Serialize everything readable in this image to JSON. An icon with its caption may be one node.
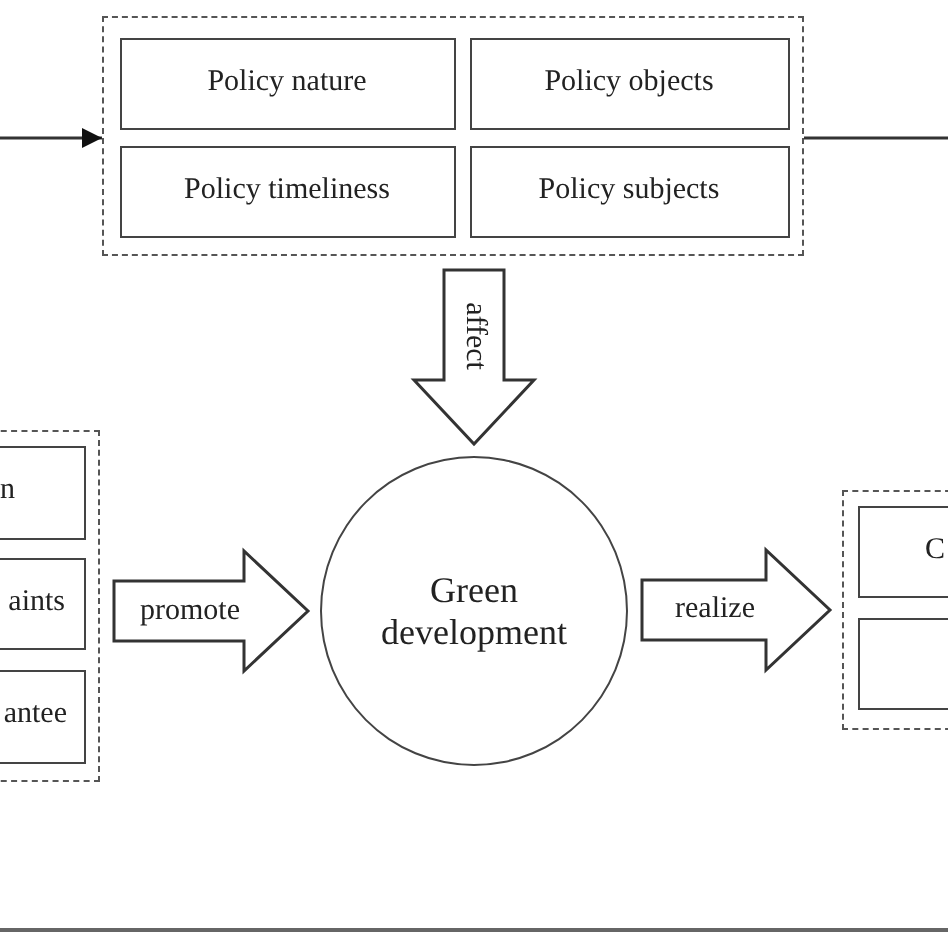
{
  "diagram": {
    "nodes": [
      {
        "text": [],
        "shape": "box"
      },
      {
        "text": [
          "Policy nature"
        ],
        "in": 0
      },
      {
        "text": [
          "Policy objects"
        ],
        "in": 0
      },
      {
        "text": [
          "Policy timeliness"
        ],
        "in": 0
      },
      {
        "text": [
          "Policy subjects"
        ],
        "in": 0
      },
      {
        "text": [],
        "shape": "box"
      },
      {
        "text": [
          "n"
        ],
        "in": 5
      },
      {
        "text": [
          "aints"
        ],
        "in": 5
      },
      {
        "text": [
          "antee"
        ],
        "in": 5
      },
      {
        "text": [
          "Green development"
        ]
      },
      {
        "text": [],
        "shape": "box"
      },
      {
        "text": [
          "C"
        ],
        "in": 10
      },
      {
        "text": [],
        "shape": "box",
        "in": 10
      }
    ],
    "edges": [
      {
        "from": null,
        "to": 0,
        "arrow": "to"
      },
      {
        "from": 0,
        "to": null,
        "arrow": "none"
      },
      {
        "from": 0,
        "to": 9,
        "arrow": "to",
        "label": "affect",
        "style": "thick"
      },
      {
        "from": 5,
        "to": 9,
        "arrow": "to",
        "label": "promote",
        "style": "thick"
      },
      {
        "from": 9,
        "to": 10,
        "arrow": "to",
        "label": "realize",
        "style": "thick"
      }
    ]
  }
}
